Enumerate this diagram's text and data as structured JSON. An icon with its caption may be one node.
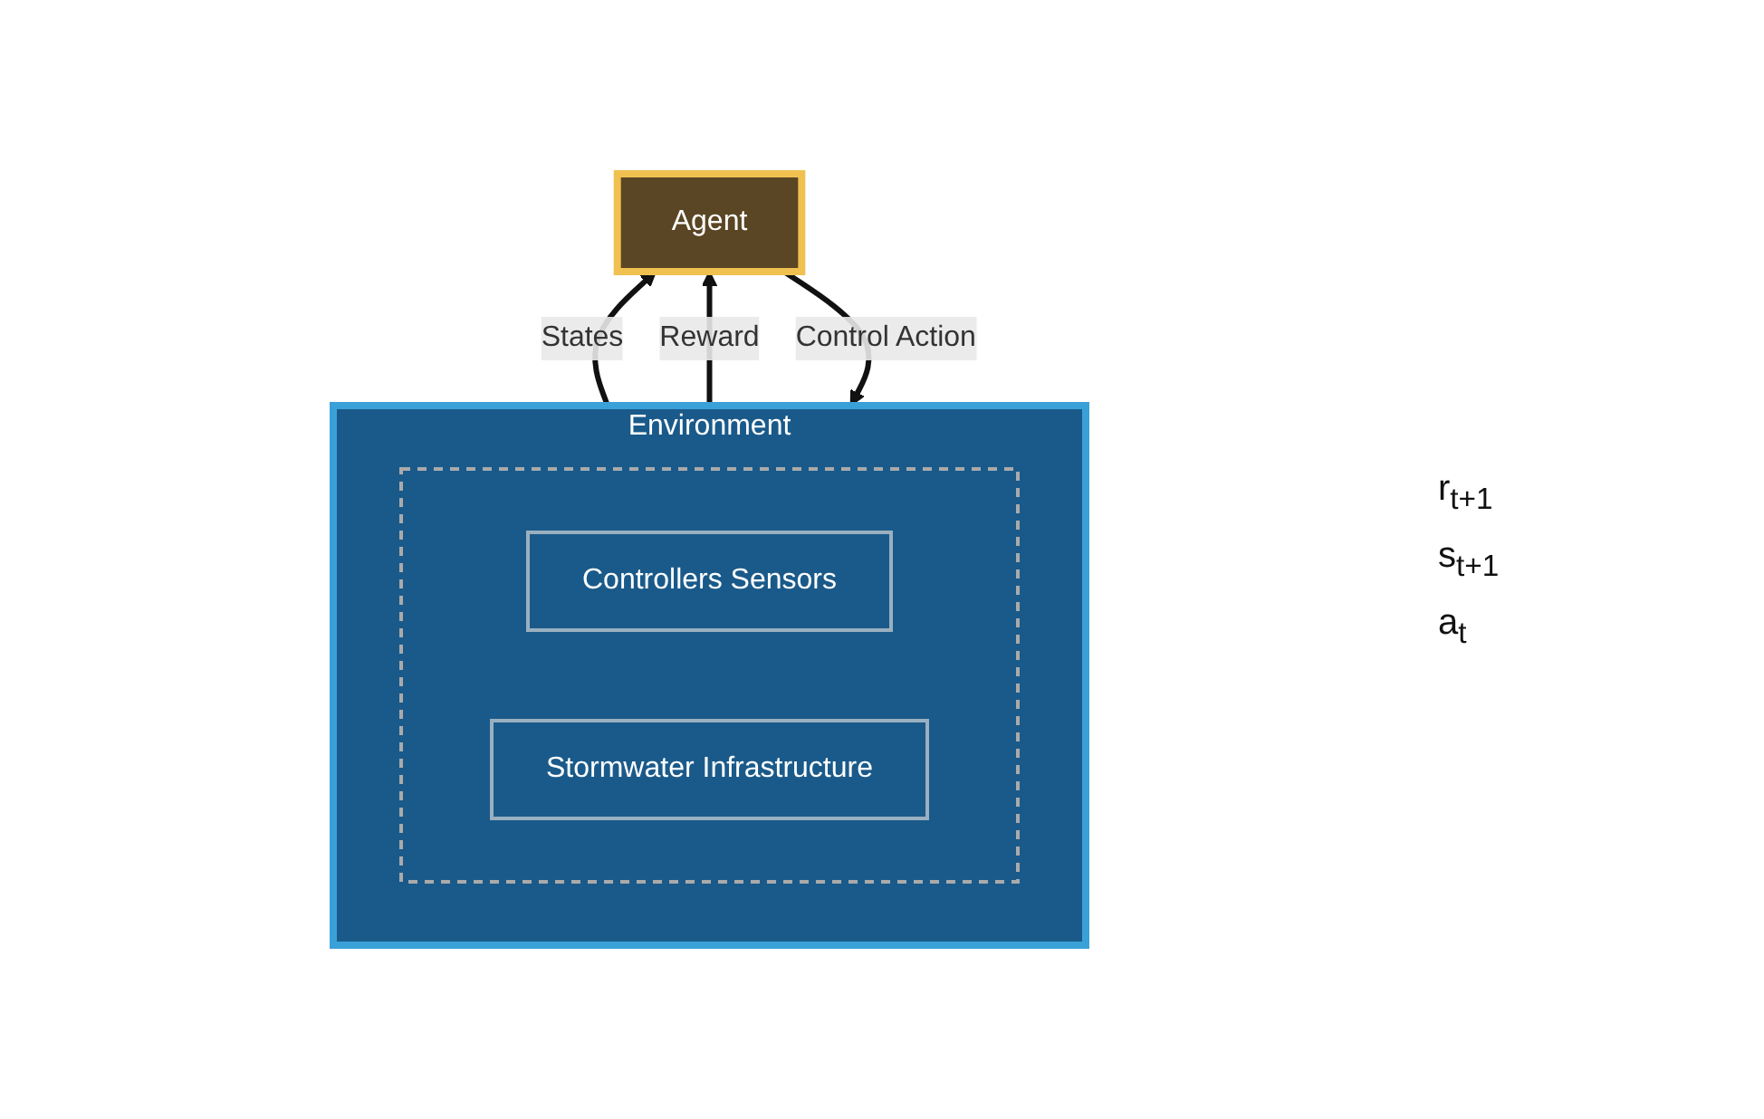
{
  "diagram": {
    "nodes": [
      {
        "text": [
          "Agent"
        ]
      },
      {
        "text": [
          "Environment"
        ]
      },
      {
        "text": [],
        "shape": "box",
        "in": 1
      },
      {
        "text": [
          "Controllers Sensors"
        ],
        "in": 2
      },
      {
        "text": [
          "Stormwater Infrastructure"
        ],
        "in": 2
      }
    ],
    "edges": [
      {
        "from": 0,
        "to": 1,
        "arrow": "to",
        "label": "Control Action"
      },
      {
        "from": 1,
        "to": 0,
        "arrow": "to",
        "label": "States"
      },
      {
        "from": 1,
        "to": 0,
        "arrow": "to",
        "label": "Reward"
      }
    ],
    "labels": [
      "r$_{t+1}$",
      "s$_{t+1}$",
      "a$_{t}$"
    ]
  }
}
